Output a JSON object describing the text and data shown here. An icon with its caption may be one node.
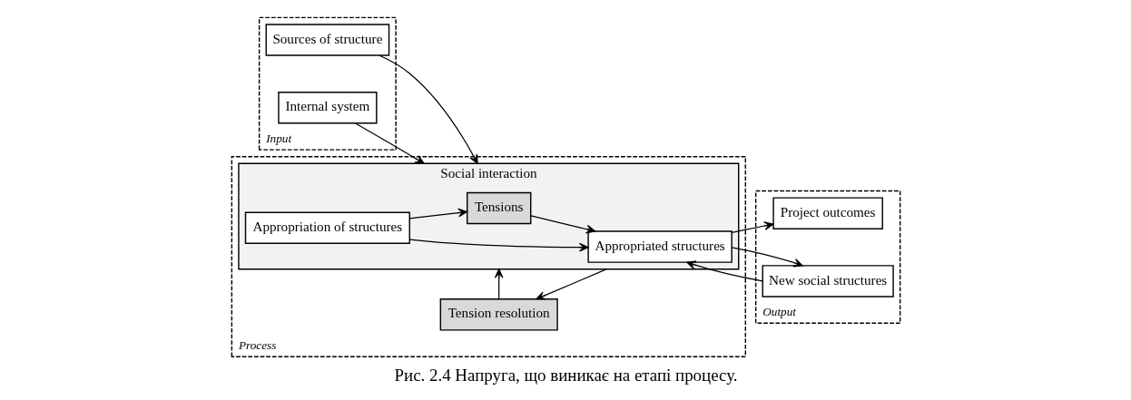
{
  "diagram": {
    "caption": "Рис. 2.4 Напруга, що виникає на етапі процесу.",
    "nodes": [
      {
        "text": [
          "Input"
        ]
      },
      {
        "text": [
          "Sources of structure"
        ],
        "in": 0
      },
      {
        "text": [
          "Internal system"
        ],
        "in": 0
      },
      {
        "text": [
          "Process"
        ]
      },
      {
        "text": [
          "Social interaction"
        ],
        "in": 3
      },
      {
        "text": [
          "Appropriation of structures"
        ],
        "in": 4
      },
      {
        "text": [
          "Tensions"
        ],
        "in": 4
      },
      {
        "text": [
          "Appropriated structures"
        ],
        "in": 4
      },
      {
        "text": [
          "Tension resolution"
        ],
        "in": 3
      },
      {
        "text": [
          "Output"
        ]
      },
      {
        "text": [
          "Project outcomes"
        ],
        "in": 9
      },
      {
        "text": [
          "New social structures"
        ],
        "in": 9
      }
    ],
    "edges": [
      {
        "from": 1,
        "to": 4,
        "arrow": "to"
      },
      {
        "from": 2,
        "to": 4,
        "arrow": "to"
      },
      {
        "from": 5,
        "to": 7,
        "arrow": "to"
      },
      {
        "from": 5,
        "to": 6,
        "arrow": "to"
      },
      {
        "from": 6,
        "to": 7,
        "arrow": "to"
      },
      {
        "from": 7,
        "to": 10,
        "arrow": "to"
      },
      {
        "from": 7,
        "to": 11,
        "arrow": "to"
      },
      {
        "from": 11,
        "to": 7,
        "arrow": "to"
      },
      {
        "from": 4,
        "to": 8,
        "arrow": "to"
      },
      {
        "from": 8,
        "to": 4,
        "arrow": "to"
      }
    ]
  }
}
